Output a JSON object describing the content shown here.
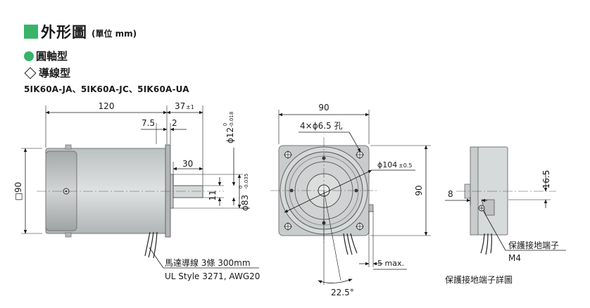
{
  "header": {
    "title": "外形圖",
    "unit": "(單位 mm)"
  },
  "section": {
    "shaft_type": "圓軸型",
    "lead_type": "導線型"
  },
  "models": "5IK60A-JA、5IK60A-JC、5IK60A-UA",
  "side_view": {
    "dim_length": "120",
    "dim_flange": "37",
    "dim_flange_tol": "±1",
    "dim_7_5": "7.5",
    "dim_2": "2",
    "dim_30": "30",
    "dim_11": "11",
    "dim_shaft_dia": "ϕ12",
    "dim_shaft_tol_upper": "0",
    "dim_shaft_tol_lower": "-0.018",
    "dim_pilot_dia": "ϕ83",
    "dim_pilot_tol_upper": "0",
    "dim_pilot_tol_lower": "-0.035",
    "dim_square": "□90",
    "lead_note_1": "馬達導線 3條 300mm",
    "lead_note_2": "UL Style 3271, AWG20"
  },
  "front_view": {
    "dim_width": "90",
    "dim_height": "90",
    "holes": "4×ϕ6.5 孔",
    "dim_pcd": "ϕ104",
    "dim_pcd_tol": "±0.5",
    "dim_angle": "22.5°",
    "dim_5max": "5 max."
  },
  "detail_view": {
    "dim_16_5": "16.5",
    "dim_8": "8",
    "ground_label": "保護接地端子",
    "ground_size": "M4",
    "caption": "保護接地端子詳圖"
  },
  "colors": {
    "accent": "#39b36a"
  }
}
